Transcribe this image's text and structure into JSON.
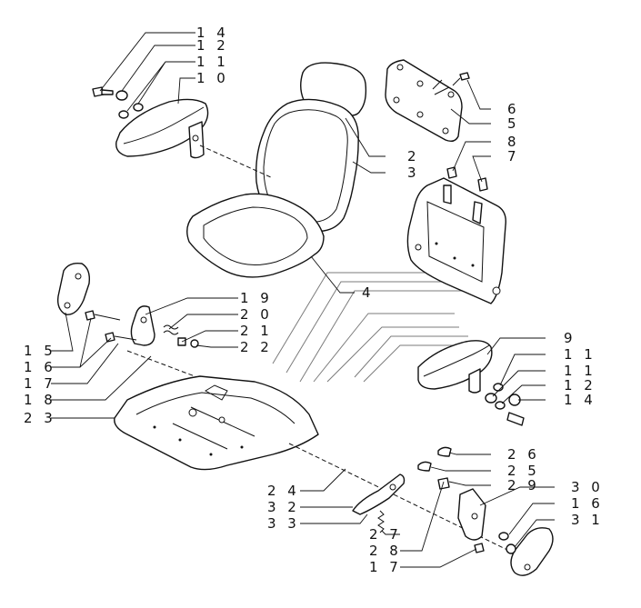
{
  "labels": [
    {
      "id": "14a",
      "text": "1 4"
    },
    {
      "id": "12a",
      "text": "1 2"
    },
    {
      "id": "11a",
      "text": "1 1"
    },
    {
      "id": "10",
      "text": "1 0"
    },
    {
      "id": "6",
      "text": "6"
    },
    {
      "id": "5",
      "text": "5"
    },
    {
      "id": "8",
      "text": "8"
    },
    {
      "id": "7",
      "text": "7"
    },
    {
      "id": "2",
      "text": "2"
    },
    {
      "id": "3",
      "text": "3"
    },
    {
      "id": "4",
      "text": "4"
    },
    {
      "id": "19",
      "text": "1 9"
    },
    {
      "id": "20",
      "text": "2 0"
    },
    {
      "id": "21",
      "text": "2 1"
    },
    {
      "id": "22",
      "text": "2 2"
    },
    {
      "id": "15",
      "text": "1 5"
    },
    {
      "id": "16a",
      "text": "1 6"
    },
    {
      "id": "17a",
      "text": "1 7"
    },
    {
      "id": "18",
      "text": "1 8"
    },
    {
      "id": "23",
      "text": "2 3"
    },
    {
      "id": "9",
      "text": "9"
    },
    {
      "id": "11b",
      "text": "1 1"
    },
    {
      "id": "11c",
      "text": "1 1"
    },
    {
      "id": "12b",
      "text": "1 2"
    },
    {
      "id": "14b",
      "text": "1 4"
    },
    {
      "id": "26",
      "text": "2 6"
    },
    {
      "id": "25",
      "text": "2 5"
    },
    {
      "id": "29",
      "text": "2 9"
    },
    {
      "id": "30",
      "text": "3 0"
    },
    {
      "id": "16b",
      "text": "1 6"
    },
    {
      "id": "31",
      "text": "3 1"
    },
    {
      "id": "24",
      "text": "2 4"
    },
    {
      "id": "32",
      "text": "3 2"
    },
    {
      "id": "33",
      "text": "3 3"
    },
    {
      "id": "27",
      "text": "2 7"
    },
    {
      "id": "28",
      "text": "2 8"
    },
    {
      "id": "17b",
      "text": "1 7"
    }
  ]
}
